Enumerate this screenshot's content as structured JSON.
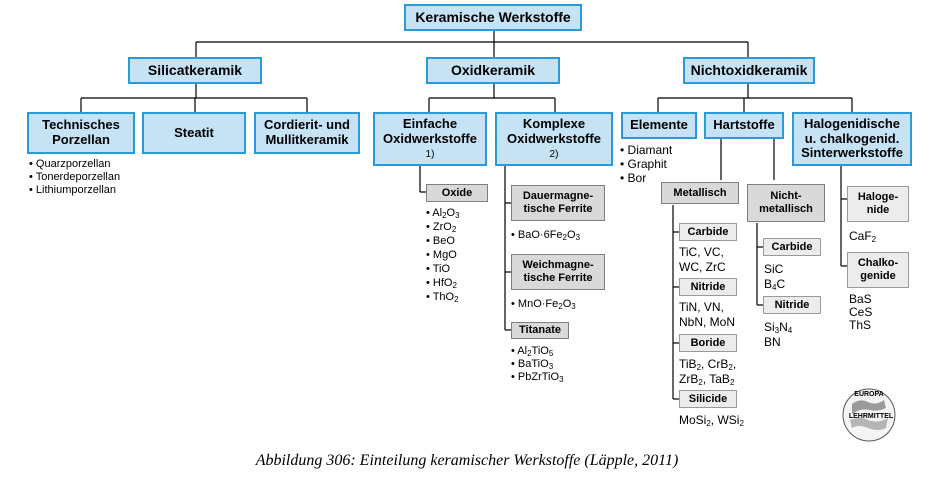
{
  "root": "Keramische Werkstoffe",
  "level1": {
    "silicat": "Silicatkeramik",
    "oxid": "Oxidkeramik",
    "nichtoxid": "Nichtoxidkeramik"
  },
  "silicat": {
    "technisches_porzellan": [
      "Technisches",
      "Porzellan"
    ],
    "technisches_items": [
      "• Quarzporzellan",
      "• Tonerdeporzellan",
      "• Lithiumporzellan"
    ],
    "steatit": "Steatit",
    "cordierit": [
      "Cordierit- und",
      "Mullitkeramik"
    ]
  },
  "oxid": {
    "einfache": [
      "Einfache",
      "Oxidwerkstoffe"
    ],
    "einfache_note": "1)",
    "oxide_label": "Oxide",
    "oxide_items": [
      "Al2O3",
      "ZrO2",
      "BeO",
      "MgO",
      "TiO",
      "HfO2",
      "ThO2"
    ],
    "komplexe": [
      "Komplexe",
      "Oxidwerkstoffe"
    ],
    "komplexe_note": "2)",
    "dauer": [
      "Dauermagne-",
      "tische Ferrite"
    ],
    "dauer_item": "BaO·6Fe2O3",
    "weich": [
      "Weichmagne-",
      "tische Ferrite"
    ],
    "weich_item": "MnO·Fe2O3",
    "titanate_label": "Titanate",
    "titanate_items": [
      "Al2TiO5",
      "BaTiO3",
      "PbZrTiO3"
    ]
  },
  "nichtoxid": {
    "elemente": "Elemente",
    "elemente_items": [
      "• Diamant",
      "• Graphit",
      "• Bor"
    ],
    "hartstoffe": "Hartstoffe",
    "metallisch": "Metallisch",
    "carbide": "Carbide",
    "carbide_items": [
      "TiC, VC,",
      "WC, ZrC"
    ],
    "nitride": "Nitride",
    "nitride_items": [
      "TiN, VN,",
      "NbN, MoN"
    ],
    "boride": "Boride",
    "boride_items": [
      "TiB2, CrB2,",
      "ZrB2, TaB2"
    ],
    "silicide": "Silicide",
    "silicide_items": [
      "MoSi2, WSi2"
    ],
    "nichtmetallisch": [
      "Nicht-",
      "metallisch"
    ],
    "nm_carbide": "Carbide",
    "nm_carbide_items": [
      "SiC",
      "B4C"
    ],
    "nm_nitride": "Nitride",
    "nm_nitride_items": [
      "Si3N4",
      "BN"
    ],
    "halogenidische": [
      "Halogenidische",
      "u. chalkogenid.",
      "Sinterwerkstoffe"
    ],
    "halogenide": [
      "Haloge-",
      "nide"
    ],
    "halogenide_items": [
      "CaF2"
    ],
    "chalkogenide": [
      "Chalko-",
      "genide"
    ],
    "chalkogenide_items": [
      "BaS",
      "CeS",
      "ThS"
    ]
  },
  "logo": {
    "top": "EUROPA",
    "bottom": "LEHRMITTEL"
  },
  "caption": "Abbildung 306: Einteilung keramischer Werkstoffe (Läpple, 2011)",
  "colors": {
    "box_blue_fill": "#c6e2f5",
    "box_blue_border": "#2a9bd7",
    "box_gray_fill": "#d9d9d9"
  }
}
